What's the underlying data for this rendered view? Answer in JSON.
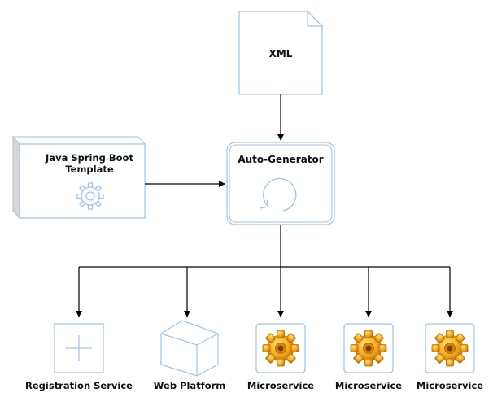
{
  "nodes": {
    "xml": {
      "label": "XML"
    },
    "template": {
      "label_line1": "Java Spring Boot",
      "label_line2": "Template",
      "icon": "gears-icon"
    },
    "generator": {
      "label": "Auto-Generator",
      "icon": "cycle-arrow-icon"
    }
  },
  "outputs": [
    {
      "label": "Registration Service",
      "icon": "plus-square-icon"
    },
    {
      "label": "Web Platform",
      "icon": "cube-icon"
    },
    {
      "label": "Microservice",
      "icon": "gear-icon"
    },
    {
      "label": "Microservice",
      "icon": "gear-icon"
    },
    {
      "label": "Microservice",
      "icon": "gear-icon"
    }
  ],
  "colors": {
    "outline": "#9ec3ea",
    "gear_fill": "#f3a81c",
    "arrow": "#000000"
  }
}
